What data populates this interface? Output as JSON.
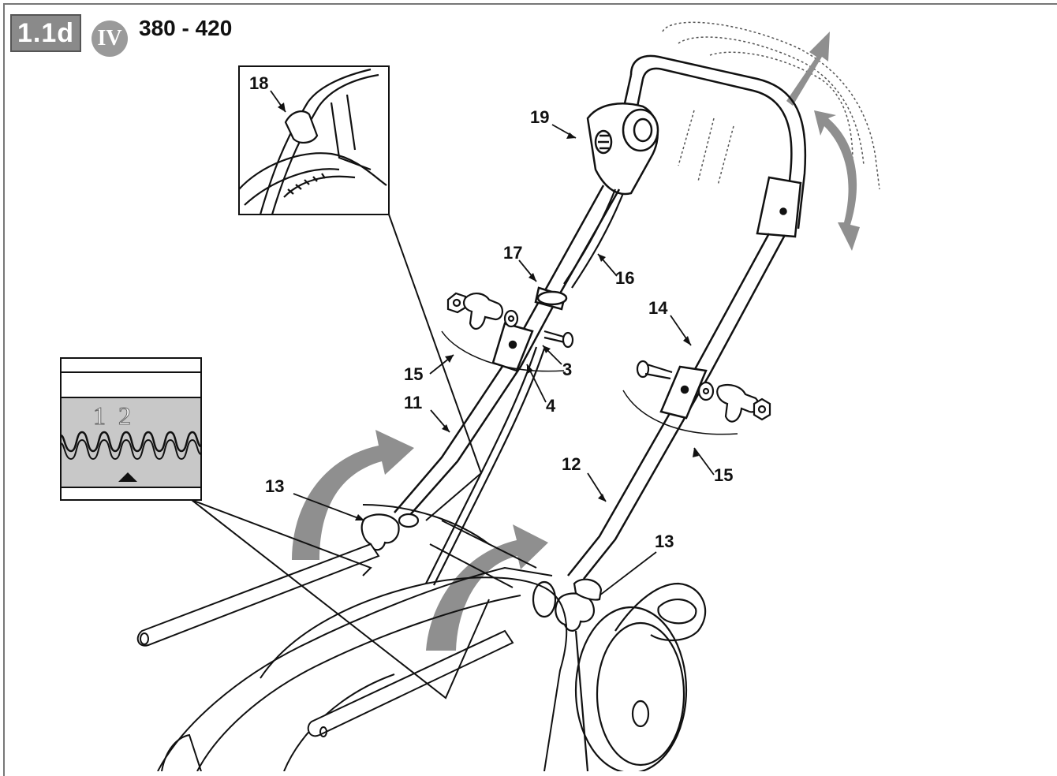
{
  "header": {
    "section_tag": "1.1d",
    "roman_badge": "IV",
    "model_range": "380 - 420"
  },
  "callouts": {
    "c18": "18",
    "c19": "19",
    "c17": "17",
    "c16": "16",
    "c14": "14",
    "c3": "3",
    "c4": "4",
    "c15a": "15",
    "c15b": "15",
    "c11": "11",
    "c12": "12",
    "c13a": "13",
    "c13b": "13"
  },
  "notch_inset": {
    "digit1": "1",
    "digit2": "2"
  },
  "colors": {
    "arrow_gray": "#8f8f8f",
    "tag_gray": "#8a8a8a",
    "panel_gray": "#c8c8c8",
    "line": "#111111"
  }
}
